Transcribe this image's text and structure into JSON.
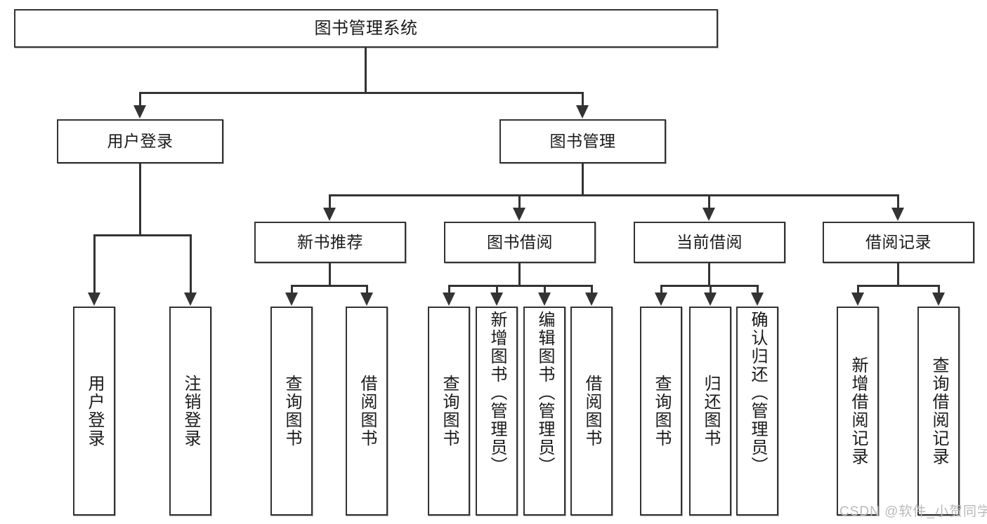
{
  "diagram": {
    "title": "图书管理系统",
    "root": {
      "label": "图书管理系统"
    },
    "level2": [
      {
        "label": "用户登录"
      },
      {
        "label": "图书管理"
      }
    ],
    "level3": [
      {
        "label": "新书推荐"
      },
      {
        "label": "图书借阅"
      },
      {
        "label": "当前借阅"
      },
      {
        "label": "借阅记录"
      }
    ],
    "leaves": {
      "user_login": [
        {
          "label": "用户登录"
        },
        {
          "label": "注销登录"
        }
      ],
      "new_book": [
        {
          "label": "查询图书"
        },
        {
          "label": "借阅图书"
        }
      ],
      "book_borrow": [
        {
          "label": "查询图书"
        },
        {
          "label": "新增图书（管理员）"
        },
        {
          "label": "编辑图书（管理员）"
        },
        {
          "label": "借阅图书"
        }
      ],
      "current_borrow": [
        {
          "label": "查询图书"
        },
        {
          "label": "归还图书"
        },
        {
          "label": "确认归还（管理员）"
        }
      ],
      "borrow_record": [
        {
          "label": "新增借阅记录"
        },
        {
          "label": "查询借阅记录"
        }
      ]
    },
    "watermark": "CSDN @软件_小贺同学",
    "colors": {
      "stroke": "#333333",
      "text": "#1a1a1a",
      "background": "#ffffff",
      "watermark": "#b9b9b9"
    }
  }
}
